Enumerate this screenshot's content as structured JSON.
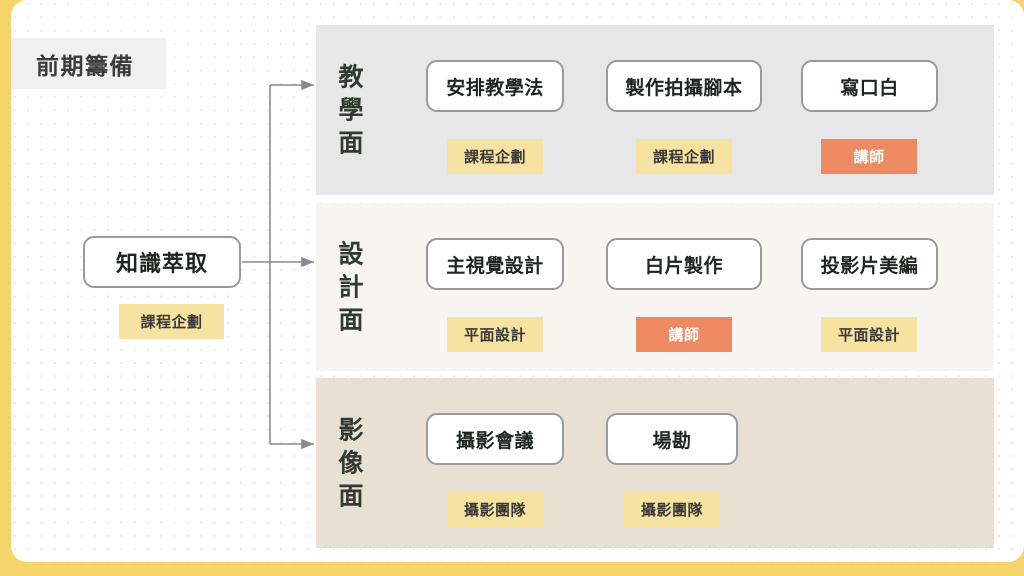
{
  "frame": {
    "border_color": "#F7D469",
    "canvas_color": "#FFFFFF",
    "dot_color": "#E9E9EA"
  },
  "title": {
    "text": "前期籌備",
    "band_color": "#F0F0F0"
  },
  "start": {
    "node_label": "知識萃取",
    "tag_label": "課程企劃",
    "tag_color": "#F7E3A1"
  },
  "palette": {
    "tag_yellow": "#F7E3A1",
    "tag_orange": "#ED8A62",
    "node_border": "#9A9A9A",
    "node_fill": "#FFFFFF",
    "wire": "#8A8A8A"
  },
  "lanes": [
    {
      "label": "教學面",
      "label_chars": [
        "教",
        "學",
        "面"
      ],
      "bg": "#E7E7E7",
      "steps": [
        {
          "node": "安排教學法",
          "tag": "課程企劃",
          "tag_type": "yellow"
        },
        {
          "node": "製作拍攝腳本",
          "tag": "課程企劃",
          "tag_type": "yellow"
        },
        {
          "node": "寫口白",
          "tag": "講師",
          "tag_type": "orange"
        }
      ]
    },
    {
      "label": "設計面",
      "label_chars": [
        "設",
        "計",
        "面"
      ],
      "bg": "#F7F5F2",
      "steps": [
        {
          "node": "主視覺設計",
          "tag": "平面設計",
          "tag_type": "yellow"
        },
        {
          "node": "白片製作",
          "tag": "講師",
          "tag_type": "orange"
        },
        {
          "node": "投影片美編",
          "tag": "平面設計",
          "tag_type": "yellow"
        }
      ]
    },
    {
      "label": "影像面",
      "label_chars": [
        "影",
        "像",
        "面"
      ],
      "bg": "#E8E1D3",
      "steps": [
        {
          "node": "攝影會議",
          "tag": "攝影團隊",
          "tag_type": "yellow"
        },
        {
          "node": "場勘",
          "tag": "攝影團隊",
          "tag_type": "yellow"
        }
      ]
    }
  ]
}
